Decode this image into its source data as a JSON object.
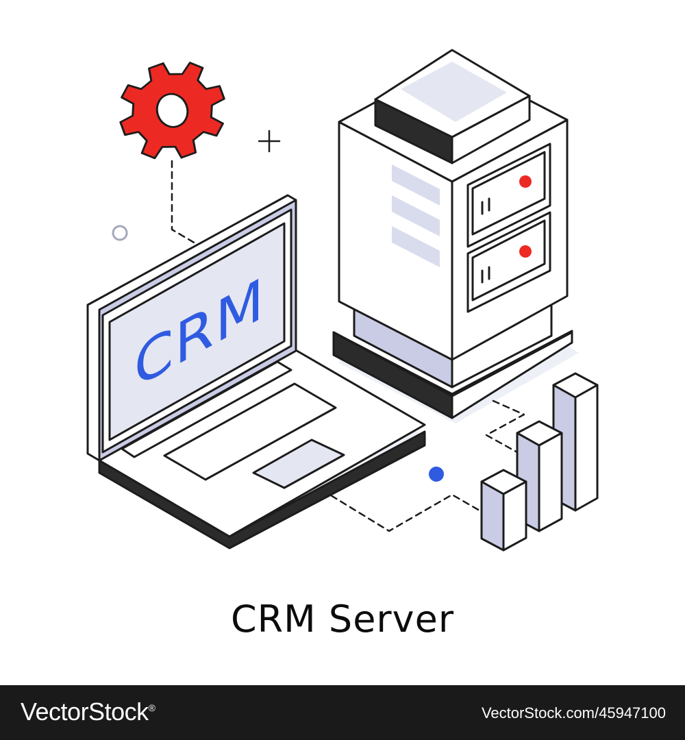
{
  "illustration": {
    "screen_text": "CRM",
    "caption": "CRM Server"
  },
  "colors": {
    "outline": "#1c1c1c",
    "fill_light": "#e4e6f2",
    "fill_side": "#c9cce4",
    "dark": "#2b2b2b",
    "accent_red": "#ec2a23",
    "accent_blue": "#2f5be0"
  },
  "icons": [
    "gear-icon",
    "laptop-icon",
    "server-icon",
    "bar-chart-icon",
    "plus-icon",
    "circle-icon",
    "dot-icon"
  ],
  "footer": {
    "brand": "VectorStock",
    "registered": "®",
    "image_id": "VectorStock.com/45947100"
  }
}
